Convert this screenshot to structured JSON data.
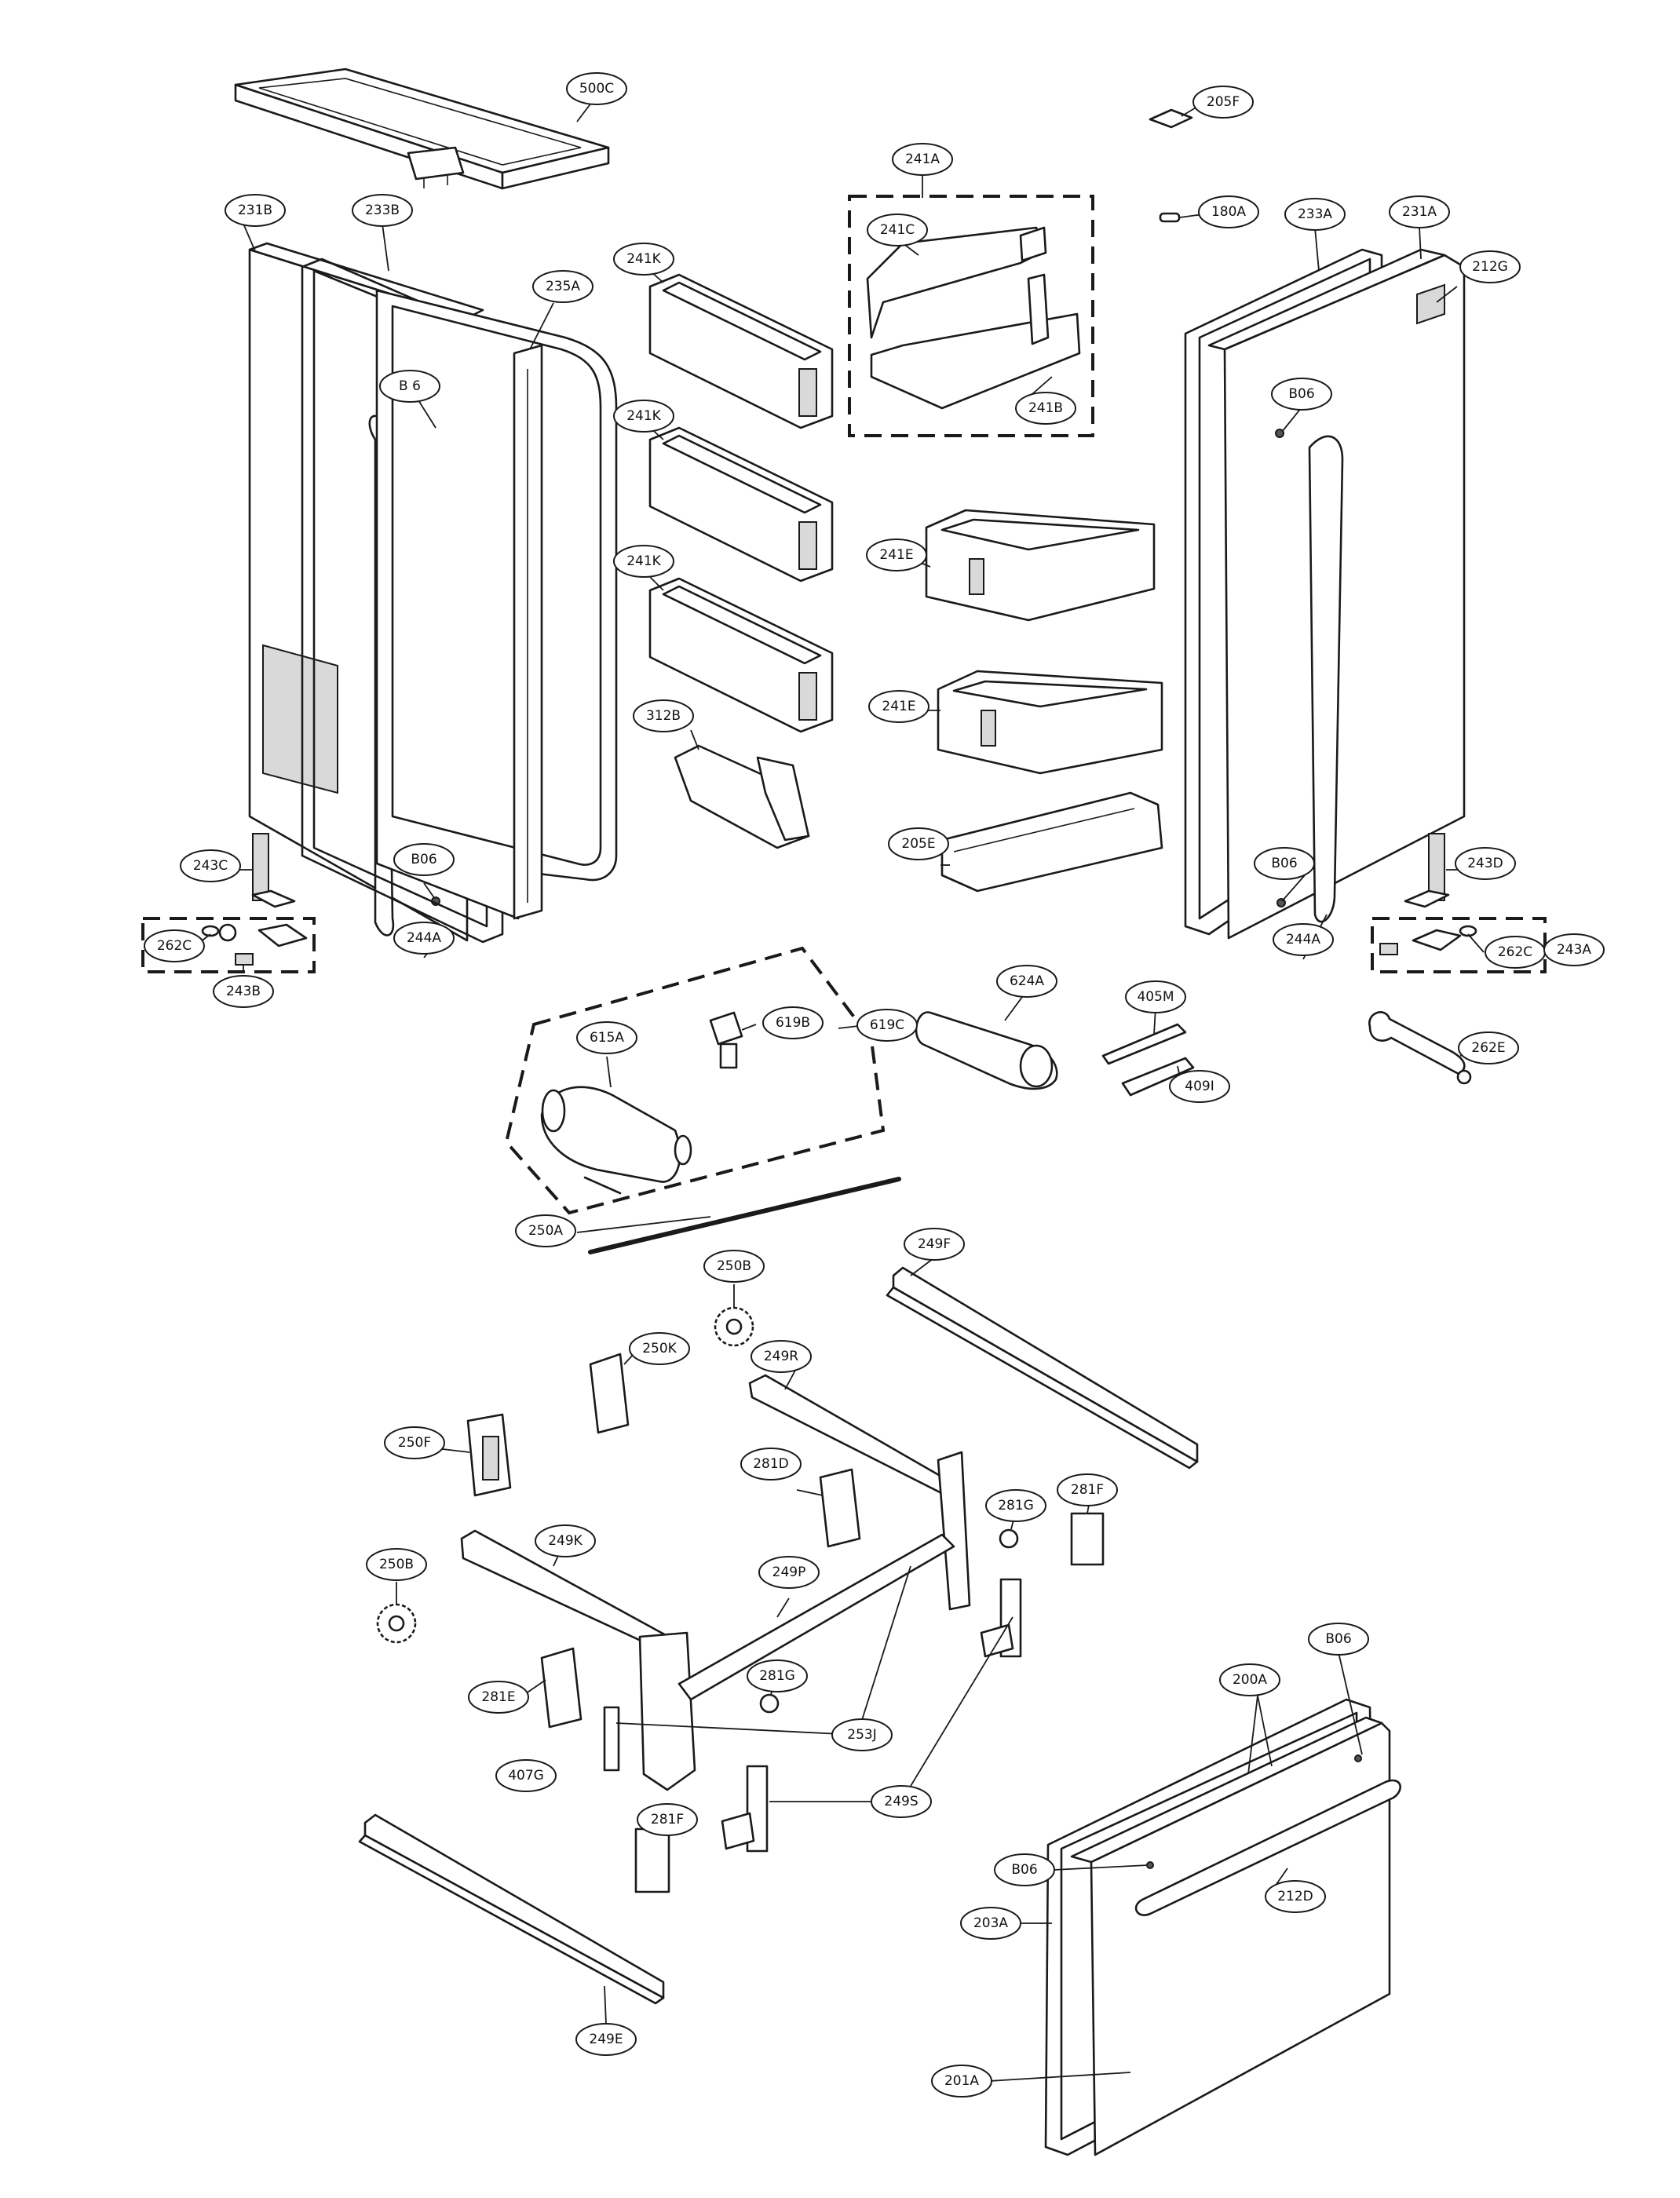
{
  "diagram": {
    "callouts": [
      {
        "id": "500C",
        "label": "500C"
      },
      {
        "id": "205F",
        "label": "205F"
      },
      {
        "id": "241A",
        "label": "241A"
      },
      {
        "id": "231B",
        "label": "231B"
      },
      {
        "id": "233B",
        "label": "233B"
      },
      {
        "id": "241C",
        "label": "241C"
      },
      {
        "id": "180A",
        "label": "180A"
      },
      {
        "id": "233A",
        "label": "233A"
      },
      {
        "id": "231A",
        "label": "231A"
      },
      {
        "id": "241K-1",
        "label": "241K"
      },
      {
        "id": "235A",
        "label": "235A"
      },
      {
        "id": "212G",
        "label": "212G"
      },
      {
        "id": "B6",
        "label": "B  6"
      },
      {
        "id": "241B",
        "label": "241B"
      },
      {
        "id": "B06-1",
        "label": "B06"
      },
      {
        "id": "241K-2",
        "label": "241K"
      },
      {
        "id": "241K-3",
        "label": "241K"
      },
      {
        "id": "241E-1",
        "label": "241E"
      },
      {
        "id": "241E-2",
        "label": "241E"
      },
      {
        "id": "312B",
        "label": "312B"
      },
      {
        "id": "205E",
        "label": "205E"
      },
      {
        "id": "243C",
        "label": "243C"
      },
      {
        "id": "B06-2",
        "label": "B06"
      },
      {
        "id": "B06-3",
        "label": "B06"
      },
      {
        "id": "243D",
        "label": "243D"
      },
      {
        "id": "262C-1",
        "label": "262C"
      },
      {
        "id": "262C-2",
        "label": "262C"
      },
      {
        "id": "243A",
        "label": "243A"
      },
      {
        "id": "244A-1",
        "label": "244A"
      },
      {
        "id": "244A-2",
        "label": "244A"
      },
      {
        "id": "243B",
        "label": "243B"
      },
      {
        "id": "624A",
        "label": "624A"
      },
      {
        "id": "405M",
        "label": "405M"
      },
      {
        "id": "262E",
        "label": "262E"
      },
      {
        "id": "615A",
        "label": "615A"
      },
      {
        "id": "619B",
        "label": "619B"
      },
      {
        "id": "619C",
        "label": "619C"
      },
      {
        "id": "409I",
        "label": "409I"
      },
      {
        "id": "250A",
        "label": "250A"
      },
      {
        "id": "249F",
        "label": "249F"
      },
      {
        "id": "250B-1",
        "label": "250B"
      },
      {
        "id": "250K",
        "label": "250K"
      },
      {
        "id": "249R",
        "label": "249R"
      },
      {
        "id": "250F",
        "label": "250F"
      },
      {
        "id": "281D",
        "label": "281D"
      },
      {
        "id": "281F-1",
        "label": "281F"
      },
      {
        "id": "281G-1",
        "label": "281G"
      },
      {
        "id": "249K",
        "label": "249K"
      },
      {
        "id": "250B-2",
        "label": "250B"
      },
      {
        "id": "249P",
        "label": "249P"
      },
      {
        "id": "B06-4",
        "label": "B06"
      },
      {
        "id": "281E",
        "label": "281E"
      },
      {
        "id": "281G-2",
        "label": "281G"
      },
      {
        "id": "200A",
        "label": "200A"
      },
      {
        "id": "253J",
        "label": "253J"
      },
      {
        "id": "407G",
        "label": "407G"
      },
      {
        "id": "249S",
        "label": "249S"
      },
      {
        "id": "281F-2",
        "label": "281F"
      },
      {
        "id": "B06-5",
        "label": "B06"
      },
      {
        "id": "212D",
        "label": "212D"
      },
      {
        "id": "203A",
        "label": "203A"
      },
      {
        "id": "249E",
        "label": "249E"
      },
      {
        "id": "201A",
        "label": "201A"
      }
    ]
  }
}
